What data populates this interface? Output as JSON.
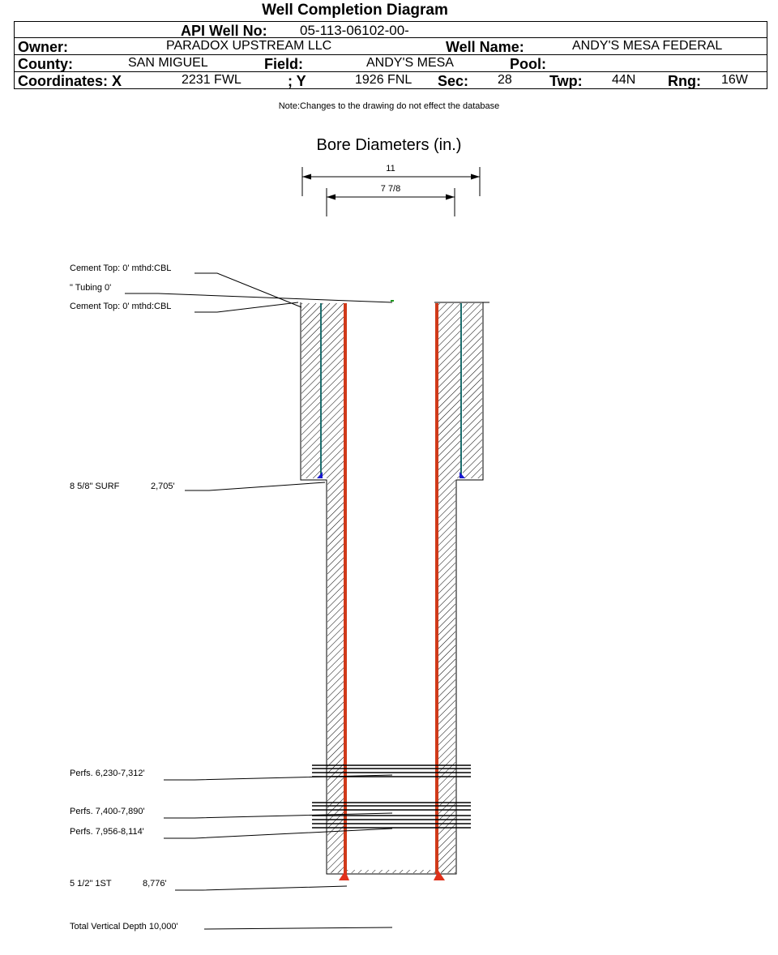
{
  "title": "Well Completion Diagram",
  "header": {
    "api_label": "API Well No:",
    "api_value": "05-113-06102-00-",
    "owner_label": "Owner:",
    "owner_value": "PARADOX UPSTREAM LLC",
    "well_name_label": "Well Name:",
    "well_name_value": "ANDY'S MESA FEDERAL",
    "county_label": "County:",
    "county_value": "SAN MIGUEL",
    "field_label": "Field:",
    "field_value": "ANDY'S MESA",
    "pool_label": "Pool:",
    "pool_value": "",
    "coord_x_label": "Coordinates: X",
    "coord_x_value": "2231 FWL",
    "coord_y_label": "; Y",
    "coord_y_value": "1926 FNL",
    "sec_label": "Sec:",
    "sec_value": "28",
    "twp_label": "Twp:",
    "twp_value": "44N",
    "rng_label": "Rng:",
    "rng_value": "16W"
  },
  "note": "Note:Changes to the drawing do not effect the database",
  "bore": {
    "title": "Bore Diameters (in.)",
    "outer": "11",
    "inner": "7 7/8"
  },
  "labels": {
    "cement_top_1": "Cement Top: 0' mthd:CBL",
    "tubing": "\" Tubing 0'",
    "cement_top_2": "Cement Top: 0' mthd:CBL",
    "surf_casing": "8 5/8\" SURF",
    "surf_depth": "2,705'",
    "perfs_1": "Perfs. 6,230-7,312'",
    "perfs_2": "Perfs. 7,400-7,890'",
    "perfs_3": "Perfs. 7,956-8,114'",
    "prod_casing": "5 1/2\" 1ST",
    "prod_depth": "8,776'",
    "tvd": "Total Vertical Depth 10,000'"
  },
  "colors": {
    "casing_1st": "#d03a1a",
    "casing_surf": "#1e6e6e",
    "shoe_surf": "#1a1ad0",
    "shoe_1st": "#e0301a",
    "hatch": "#000000"
  }
}
